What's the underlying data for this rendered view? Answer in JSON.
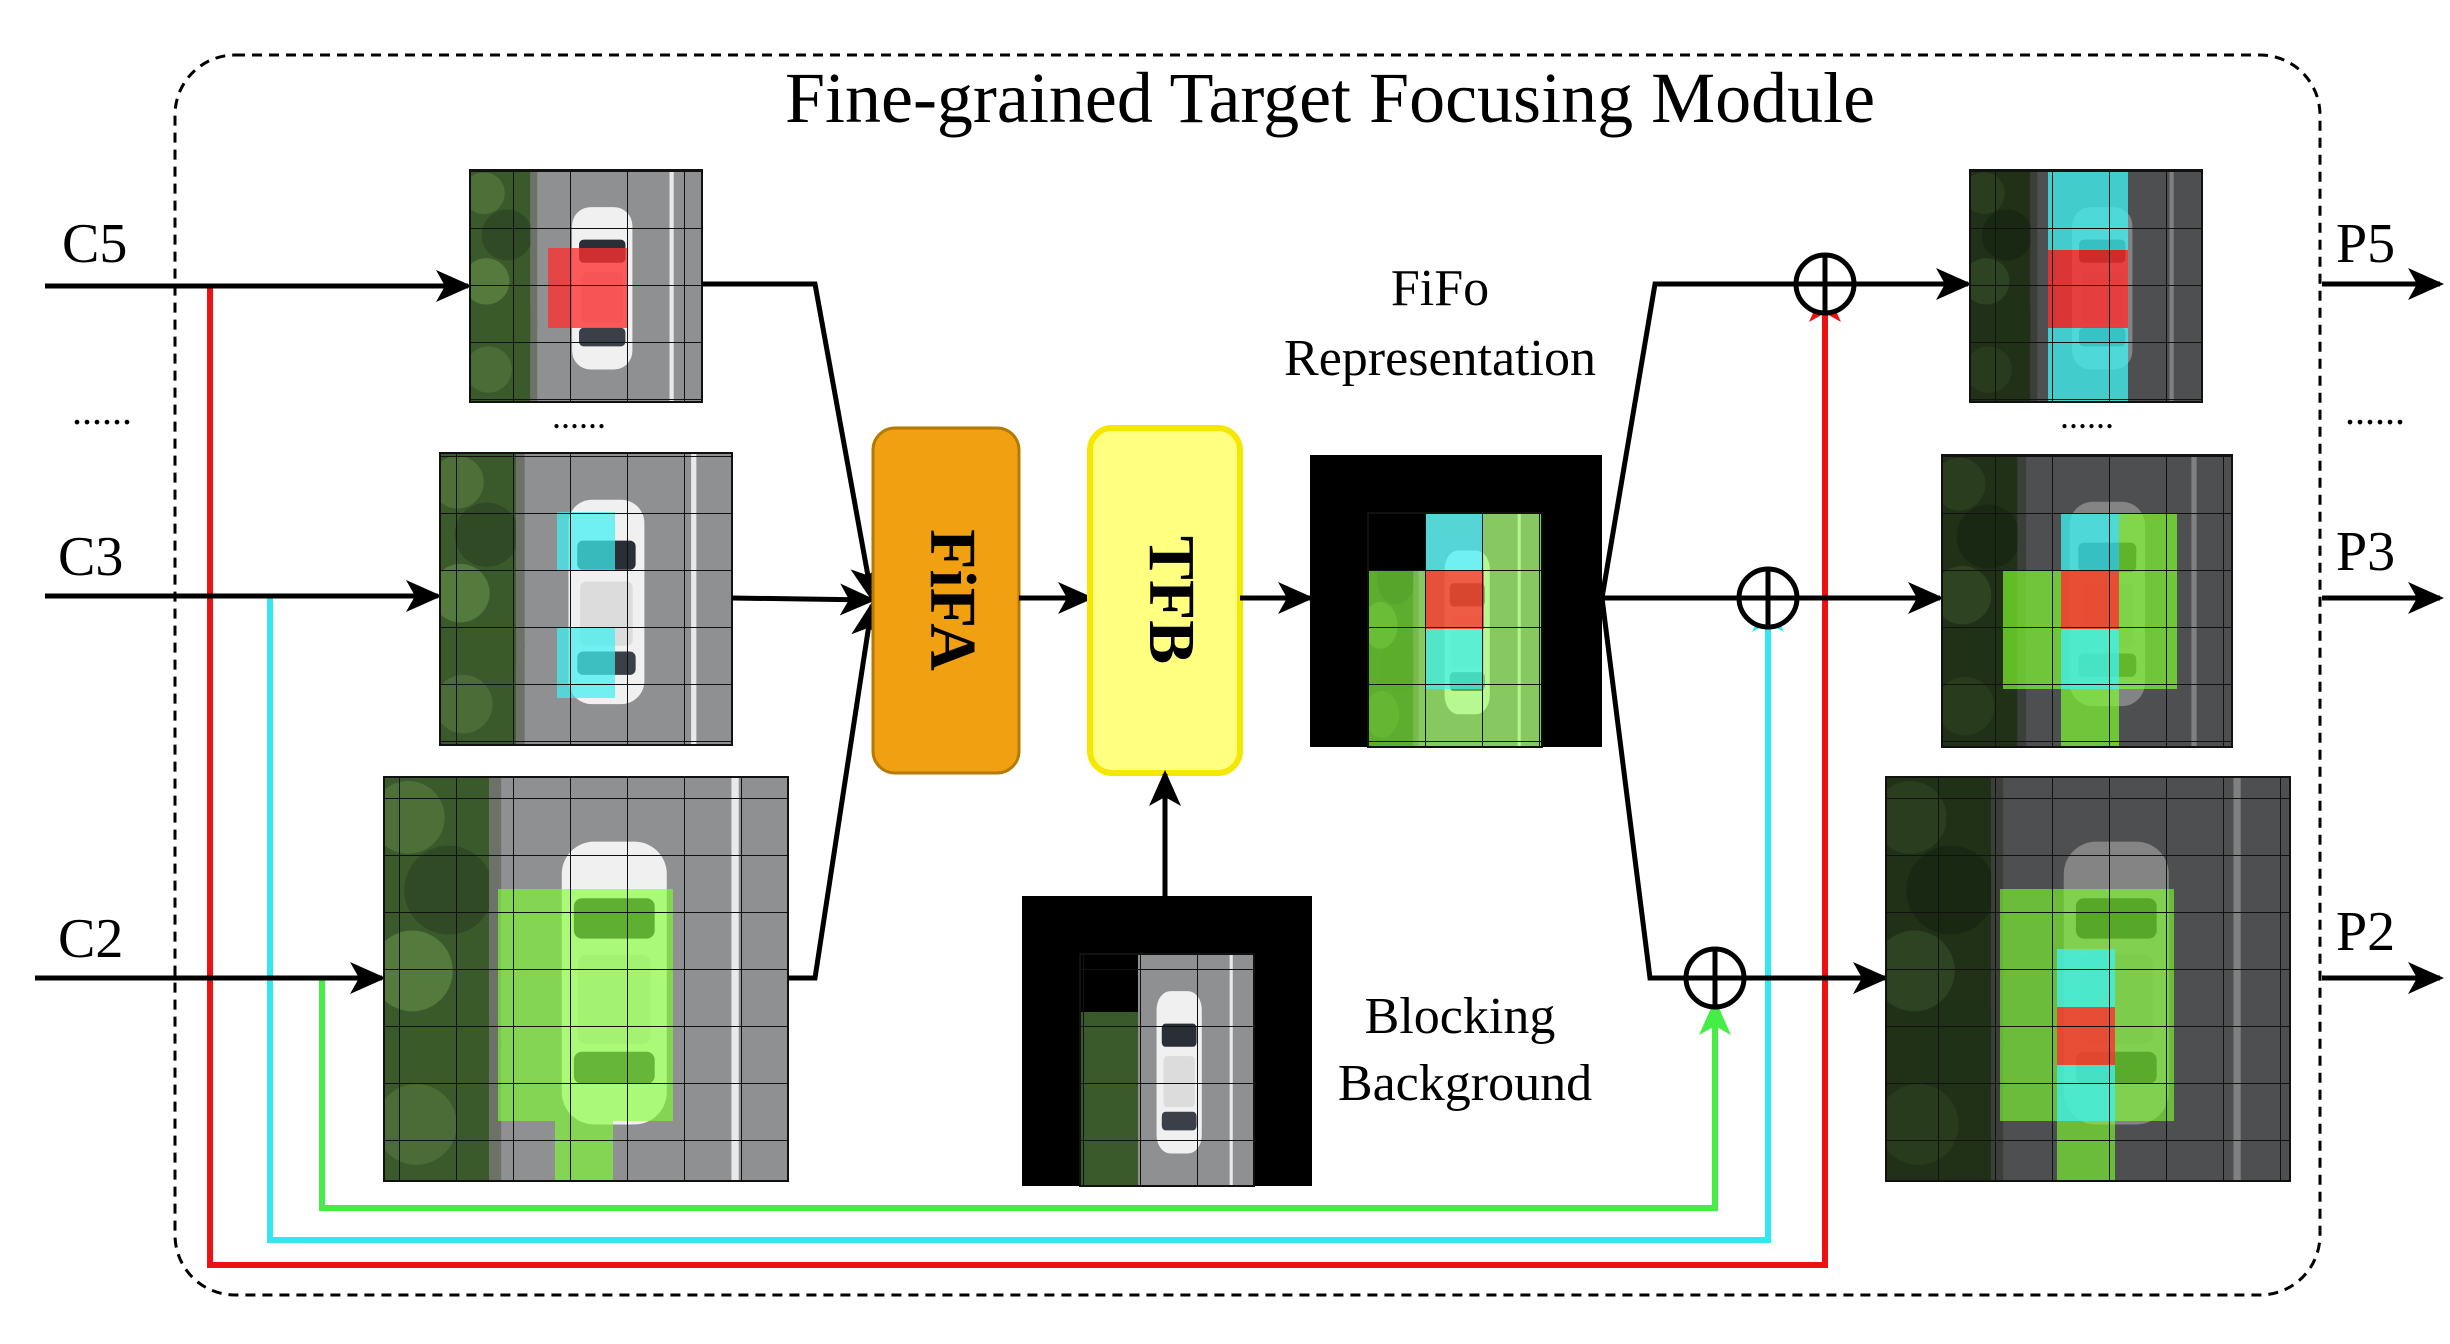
{
  "module": {
    "title": "Fine-grained Target Focusing Module"
  },
  "inputs": [
    {
      "label": "C5"
    },
    {
      "label": "C3"
    },
    {
      "label": "C2"
    }
  ],
  "outputs": [
    {
      "label": "P5"
    },
    {
      "label": "P3"
    },
    {
      "label": "P2"
    }
  ],
  "ellipsis": "......",
  "blocks": {
    "fifa": {
      "label": "FiFA",
      "color": "#f0a010"
    },
    "tfb": {
      "label": "TFB",
      "color": "#ffff80"
    }
  },
  "fifo": {
    "line1": "FiFo",
    "line2": "Representation"
  },
  "blocking": {
    "line1": "Blocking",
    "line2": "Background"
  },
  "colors": {
    "red": "#ee1111",
    "cyan": "#33e6f0",
    "green": "#44ee44",
    "red_overlay": "#ff3030",
    "cyan_overlay": "#3ff0f0",
    "green_overlay": "#80ff30",
    "road": "#8e8e8e",
    "trees": "#3c5a2e"
  },
  "symbols": {
    "sum": "circled-plus-icon"
  }
}
